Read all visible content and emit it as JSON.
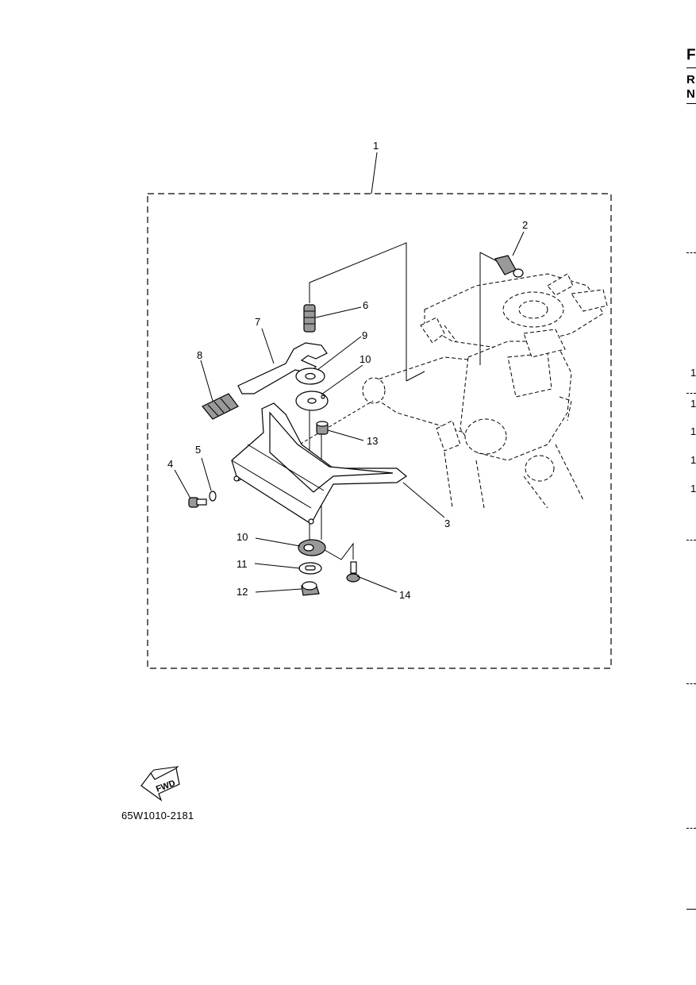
{
  "diagram": {
    "drawing_code": "65W1010-2181",
    "fwd_label": "FWD",
    "callouts": [
      "1",
      "2",
      "3",
      "4",
      "5",
      "6",
      "7",
      "8",
      "9",
      "10",
      "10",
      "11",
      "12",
      "13",
      "14"
    ]
  },
  "right_edge": {
    "letters": [
      "F",
      "R",
      "N"
    ],
    "numbers": [
      "1",
      "1",
      "1",
      "1",
      "1"
    ]
  }
}
